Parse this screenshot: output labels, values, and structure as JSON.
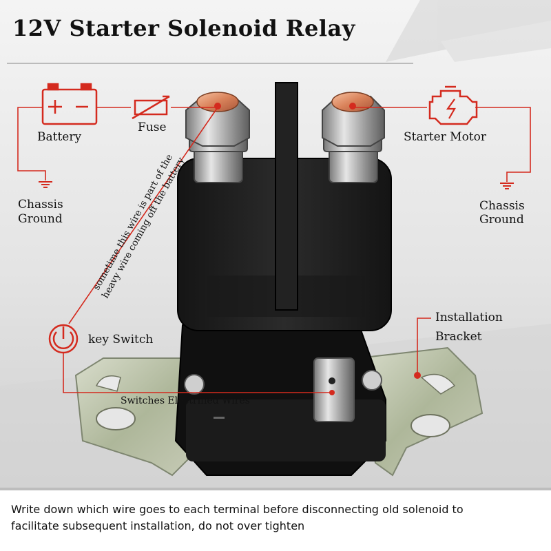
{
  "title": "12V Starter Solenoid Relay",
  "labels": {
    "battery": "Battery",
    "fuse": "Fuse",
    "chassis_ground_left_1": "Chassis",
    "chassis_ground_left_2": "Ground",
    "starter_motor": "Starter Motor",
    "chassis_ground_right_1": "Chassis",
    "chassis_ground_right_2": "Ground",
    "key_switch": "key Switch",
    "installation_bracket_1": "Installation",
    "installation_bracket_2": "Bracket",
    "switches_wires": "Switches Electrified Wires",
    "rotated_note_1": "sometime this wire is part of the",
    "rotated_note_2": "heavy wire coming off the battery"
  },
  "footer": {
    "line1": "Write down which wire goes to each terminal before disconnecting old solenoid to",
    "line2": "facilitate subsequent installation, do not over tighten"
  },
  "colors": {
    "wire_red": "#d42a1e",
    "body_black": "#1e1e1e",
    "bracket_metal": "#b9c2a8",
    "copper": "#e08a5a"
  }
}
